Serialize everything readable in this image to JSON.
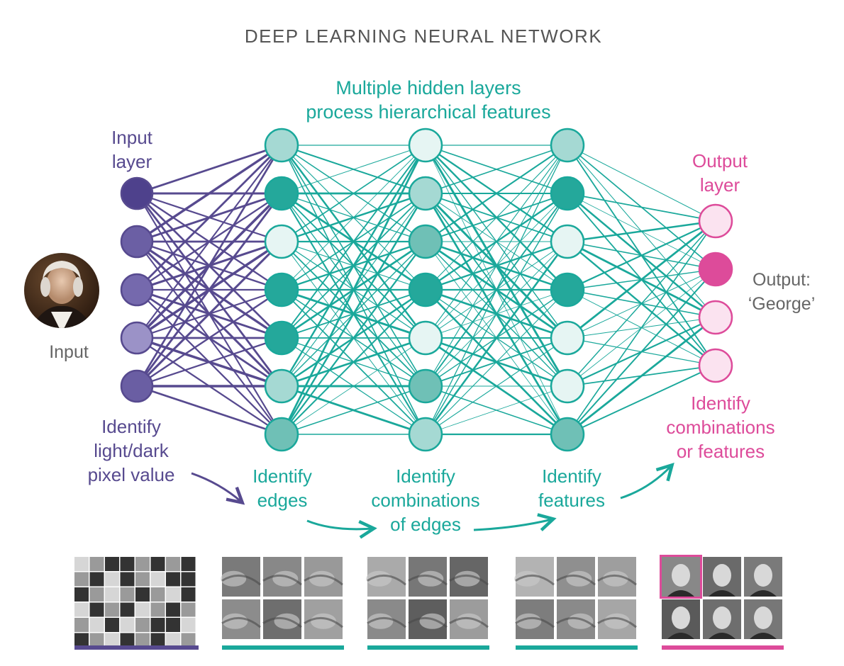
{
  "title": "DEEP LEARNING NEURAL NETWORK",
  "hidden_header": {
    "line1": "Multiple hidden layers",
    "line2": "process hierarchical features"
  },
  "input_layer": {
    "line1": "Input",
    "line2": "layer"
  },
  "output_layer": {
    "line1": "Output",
    "line2": "layer"
  },
  "input_caption": "Input",
  "output_caption": {
    "line1": "Output:",
    "line2": "‘George’"
  },
  "stage_labels": {
    "input": {
      "line1": "Identify",
      "line2": "light/dark",
      "line3": "pixel value"
    },
    "edges": {
      "line1": "Identify",
      "line2": "edges"
    },
    "combos": {
      "line1": "Identify",
      "line2": "combinations",
      "line3": "of edges"
    },
    "features": {
      "line1": "Identify",
      "line2": "features"
    },
    "output": {
      "line1": "Identify",
      "line2": "combinations",
      "line3": "or features"
    }
  },
  "colors": {
    "input": "#574a8f",
    "hidden": "#1aa89b",
    "output": "#dd4b9a",
    "title": "#555555"
  },
  "portrait_icon": "george-washington-portrait",
  "thumbnail_strips": [
    "pixel-grid",
    "edge-patches",
    "edge-combination-patches",
    "facial-feature-patches",
    "face-portraits"
  ]
}
